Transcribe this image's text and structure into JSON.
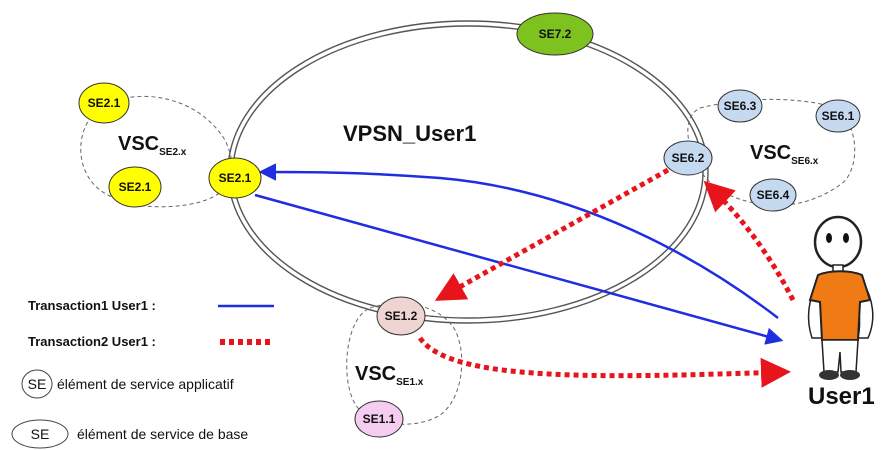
{
  "title": "VPSN_User1",
  "nodes": {
    "se7_2": {
      "label": "SE7.2",
      "fill": "#7dc21e"
    },
    "se2_1_top": {
      "label": "SE2.1",
      "fill": "#ffff00"
    },
    "se2_1_bottom": {
      "label": "SE2.1",
      "fill": "#ffff00"
    },
    "se2_1_ring": {
      "label": "SE2.1",
      "fill": "#ffff00"
    },
    "se6_3": {
      "label": "SE6.3",
      "fill": "#c5d9f1"
    },
    "se6_1": {
      "label": "SE6.1",
      "fill": "#c5d9f1"
    },
    "se6_2": {
      "label": "SE6.2",
      "fill": "#c5d9f1"
    },
    "se6_4": {
      "label": "SE6.4",
      "fill": "#c5d9f1"
    },
    "se1_2": {
      "label": "SE1.2",
      "fill": "#eed5d2"
    },
    "se1_1": {
      "label": "SE1.1",
      "fill": "#f5cdf0"
    }
  },
  "vsc": {
    "se2": {
      "main": "VSC",
      "sub": "SE2.x"
    },
    "se6": {
      "main": "VSC",
      "sub": "SE6.x"
    },
    "se1": {
      "main": "VSC",
      "sub": "SE1.x"
    }
  },
  "legend": {
    "transaction1": {
      "label": "Transaction1 User1 :",
      "color": "#1f2ee0"
    },
    "transaction2": {
      "label": "Transaction2 User1 :",
      "color": "#e8141b"
    },
    "se_applicatif": {
      "symbol": "SE",
      "text": "élément  de service applicatif"
    },
    "se_base": {
      "symbol": "SE",
      "text": "élément  de service de base"
    }
  },
  "user": {
    "label": "User1",
    "shirt_color": "#f07a14"
  }
}
